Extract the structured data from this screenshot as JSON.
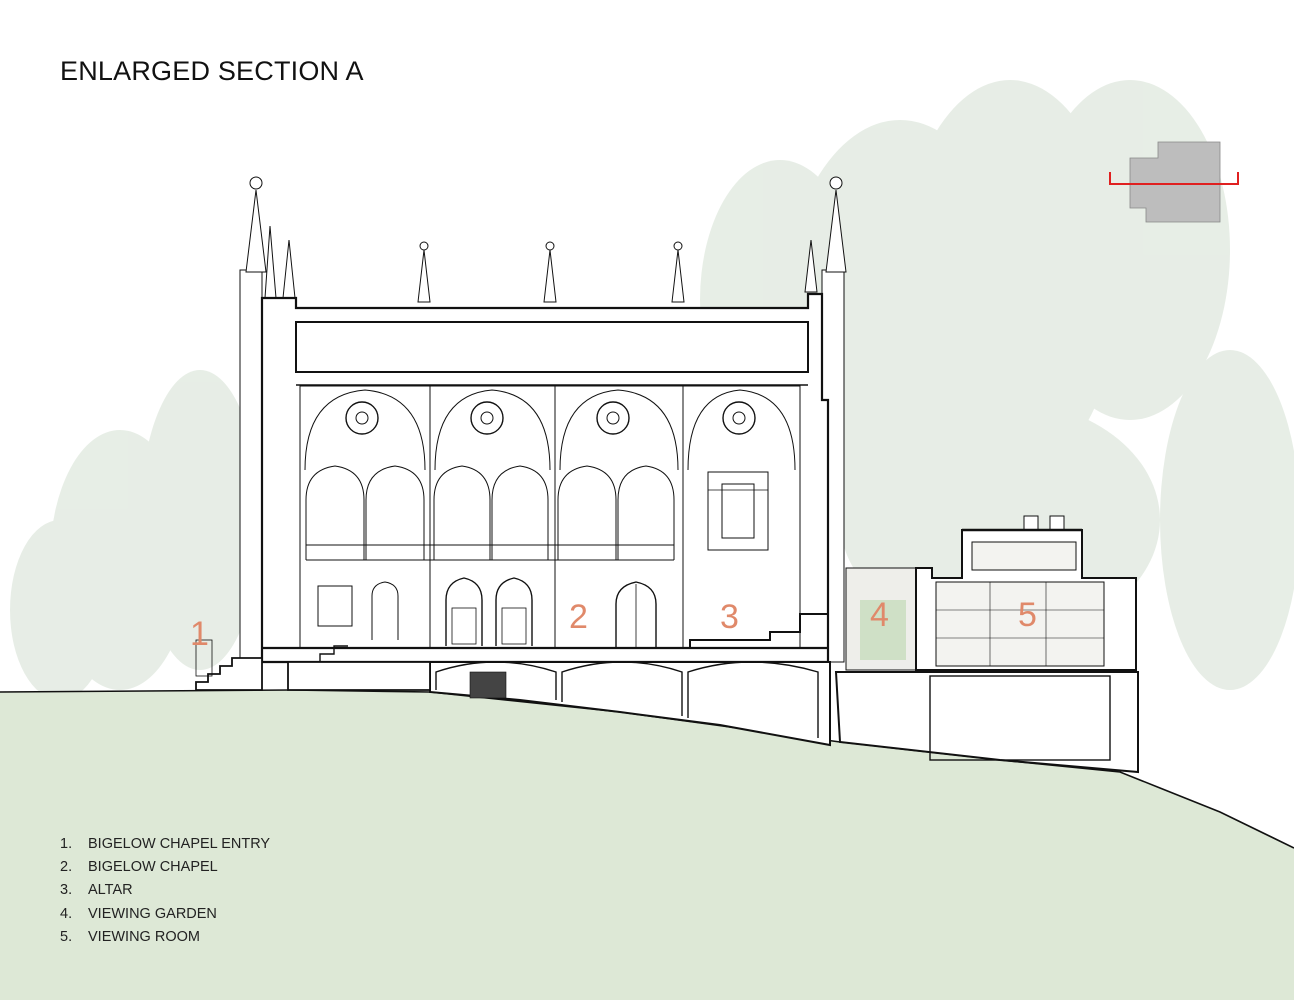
{
  "title": "ENLARGED SECTION A",
  "labels": [
    "1",
    "2",
    "3",
    "4",
    "5"
  ],
  "legend": [
    {
      "num": "1.",
      "text": "BIGELOW CHAPEL ENTRY"
    },
    {
      "num": "2.",
      "text": "BIGELOW CHAPEL"
    },
    {
      "num": "3.",
      "text": "ALTAR"
    },
    {
      "num": "4.",
      "text": "VIEWING GARDEN"
    },
    {
      "num": "5.",
      "text": "VIEWING ROOM"
    }
  ],
  "colors": {
    "ground": "#dde8d6",
    "trees": "#e3ebe2",
    "label": "#e0896a",
    "key_marker": "#e02020",
    "key_plan": "#bdbdbd"
  }
}
